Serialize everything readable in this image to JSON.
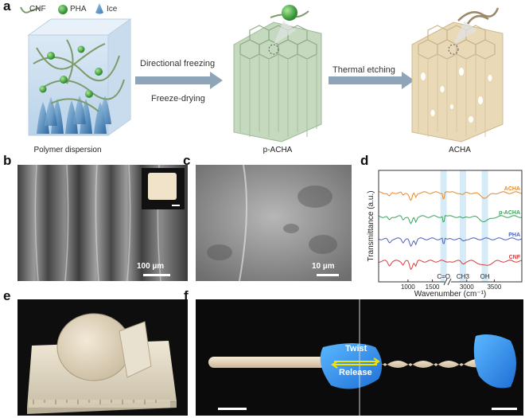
{
  "panels": {
    "a": {
      "label": "a",
      "legend": [
        {
          "name": "CNF",
          "icon": "cnf-fiber-icon"
        },
        {
          "name": "PHA",
          "icon": "pha-sphere-icon"
        },
        {
          "name": "Ice",
          "icon": "ice-crystal-icon"
        }
      ],
      "step1_top": "Directional freezing",
      "step1_bottom": "Freeze-drying",
      "step2": "Thermal etching",
      "captions": [
        "Polymer dispersion",
        "p-ACHA",
        "ACHA"
      ],
      "colors": {
        "pACHA": "#c5d9bf",
        "ACHA": "#ead9b7",
        "arrow": "#8ea4b8"
      }
    },
    "b": {
      "label": "b",
      "scale": "100 µm"
    },
    "c": {
      "label": "c",
      "scale": "10 µm"
    },
    "d": {
      "label": "d"
    },
    "e": {
      "label": "e"
    },
    "f": {
      "label": "f",
      "twist": "Twist",
      "release": "Release"
    }
  },
  "chart_data": {
    "type": "line",
    "title": "",
    "xlabel": "Wavenumber (cm⁻¹)",
    "ylabel": "Transmittance (a.u.)",
    "xticks": [
      "1000",
      "1500",
      "3000",
      "3500"
    ],
    "axis_break": "between 1800 and 2700 cm⁻¹",
    "bands": [
      "C=O",
      "CH3",
      "OH"
    ],
    "band_centers": [
      1730,
      2930,
      3330
    ],
    "series": [
      {
        "name": "ACHA",
        "color": "#e8892b"
      },
      {
        "name": "p-ACHA",
        "color": "#3aa35a"
      },
      {
        "name": "PHA",
        "color": "#4c63b6"
      },
      {
        "name": "CNF",
        "color": "#d93b3b"
      }
    ],
    "grid": false
  }
}
